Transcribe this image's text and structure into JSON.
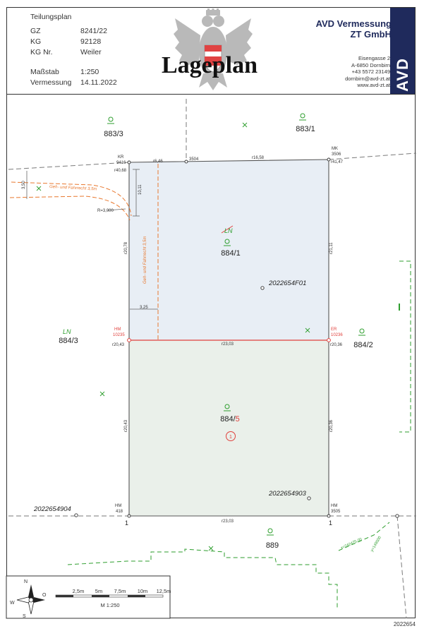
{
  "header": {
    "title_small": "Teilungsplan",
    "rows": [
      {
        "label": "GZ",
        "value": "8241/22"
      },
      {
        "label": "KG",
        "value": "92128"
      },
      {
        "label": "KG Nr.",
        "value": "Weiler"
      },
      {
        "label": "Maßstab",
        "value": "1:250"
      },
      {
        "label": "Vermessung",
        "value": "14.11.2022"
      }
    ],
    "main_title": "Lageplan",
    "company_line1": "AVD Vermessung",
    "company_line2": "ZT GmbH",
    "address": [
      "Eisengasse 2",
      "A-6850 Dornbirn",
      "+43 5572 23149",
      "dornbirn@avd-zt.at",
      "www.avd-zt.at"
    ],
    "badge": "AVD"
  },
  "parcels": {
    "p883_3": "883/3",
    "p883_1": "883/1",
    "p884_1": "884/1",
    "p884_3": "884/3",
    "p884_2": "884/2",
    "p884_5_base": "884/",
    "p884_5_suffix": "5",
    "p889": "889"
  },
  "points": {
    "f01": "2022654F01",
    "p903": "2022654903",
    "p904": "2022654904"
  },
  "easements": {
    "horizontal": "Geh- und Fahrrecht 3,5m",
    "vertical": "Geh- und Fahrrecht 3,5m"
  },
  "map_labels": {
    "kr": "KR",
    "pt9416": "9416",
    "pt3504": "3504",
    "pt3506": "3506",
    "pt10235": "10235",
    "pt10236": "10236",
    "pt418": "418",
    "pt3505": "3505",
    "r4068": "r40,68",
    "r646": "r6,46",
    "r1658": "r16,58",
    "r4147": "r41,47",
    "r2078": "r20,78",
    "r2111": "r21,11",
    "r2043a": "r20,43",
    "r2036a": "r20,36",
    "r2303a": "r23,03",
    "r2043b": "r20,43",
    "r2036b": "r20,36",
    "r2303b": "r23,03",
    "d350": "3,50",
    "d1011": "10,11",
    "d325": "3,25",
    "r3000": "R=3,000",
    "ln1": "LN",
    "ln2": "LN",
    "circle_no": "1",
    "one_left": "1",
    "one_right": "1",
    "hm": "HM",
    "er": "ER",
    "mk": "MK",
    "coord_a": "x=242475,00",
    "coord_b": "y=148500"
  },
  "scalebar": {
    "ticks": [
      "2,5m",
      "5m",
      "7,5m",
      "10m",
      "12,5m"
    ],
    "label": "M 1:250"
  },
  "compass": {
    "n": "N",
    "o": "O",
    "s": "S",
    "w": "W"
  },
  "footer_id": "2022654",
  "colors": {
    "brand_navy": "#1f2a5c",
    "parcel_upper_fill": "#e8eef5",
    "parcel_lower_fill": "#eaf0ea",
    "division_line": "#e0403c",
    "easement": "#e8782f",
    "usage_symbol": "#2e9e2e"
  }
}
